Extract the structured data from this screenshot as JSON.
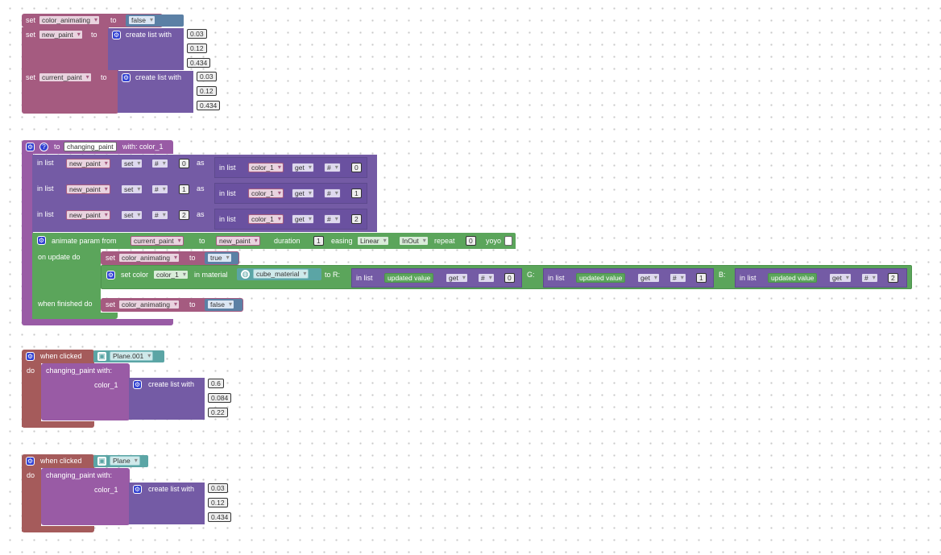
{
  "block1": {
    "set": "set",
    "to": "to",
    "var_color_animating": "color_animating",
    "val_false": "false",
    "var_new_paint": "new_paint",
    "var_current_paint": "current_paint",
    "create_list_with": "create list with",
    "new_paint_values": [
      "0.03",
      "0.12",
      "0.434"
    ],
    "current_paint_values": [
      "0.03",
      "0.12",
      "0.434"
    ]
  },
  "block2": {
    "to": "to",
    "proc_name": "changing_paint",
    "with_param": "with: color_1",
    "in_list": "in list",
    "as": "as",
    "set_op": "set",
    "get_op": "get",
    "hash": "#",
    "list_var": "new_paint",
    "param_var": "color_1",
    "indices": [
      "0",
      "1",
      "2"
    ],
    "animate_param_from": "animate param from",
    "from_var": "current_paint",
    "to_var": "new_paint",
    "duration_label": "duration",
    "duration_value": "1",
    "easing_label": "easing",
    "easing_value": "Linear",
    "easing_mode": "InOut",
    "repeat_label": "repeat",
    "repeat_value": "0",
    "yoyo_label": "yoyo",
    "on_update_do": "on update do",
    "set_color": "set color",
    "in_material": "in material",
    "material_name": "cube_material",
    "to_r": "to R:",
    "g_label": "G:",
    "b_label": "B:",
    "updated_value": "updated value",
    "val_true": "true",
    "val_false": "false",
    "when_finished_do": "when finished do",
    "var_color_animating": "color_animating"
  },
  "block3": {
    "when_clicked": "when clicked",
    "object": "Plane.001",
    "do": "do",
    "call": "changing_paint  with:",
    "param": "color_1",
    "create_list_with": "create list with",
    "values": [
      "0.6",
      "0.084",
      "0.22"
    ]
  },
  "block4": {
    "when_clicked": "when clicked",
    "object": "Plane",
    "do": "do",
    "call": "changing_paint  with:",
    "param": "color_1",
    "create_list_with": "create list with",
    "values": [
      "0.03",
      "0.12",
      "0.434"
    ]
  },
  "icons": [
    "gear-icon",
    "help-icon",
    "cube-icon",
    "globe-icon",
    "dropdown-arrow-icon"
  ],
  "colors": {
    "variables": "#a55b80",
    "lists": "#745ba5",
    "procedures": "#995ba5",
    "animation": "#5ba55b",
    "events": "#a55b5b",
    "math": "#5b67a5",
    "logic": "#5b80a5"
  }
}
